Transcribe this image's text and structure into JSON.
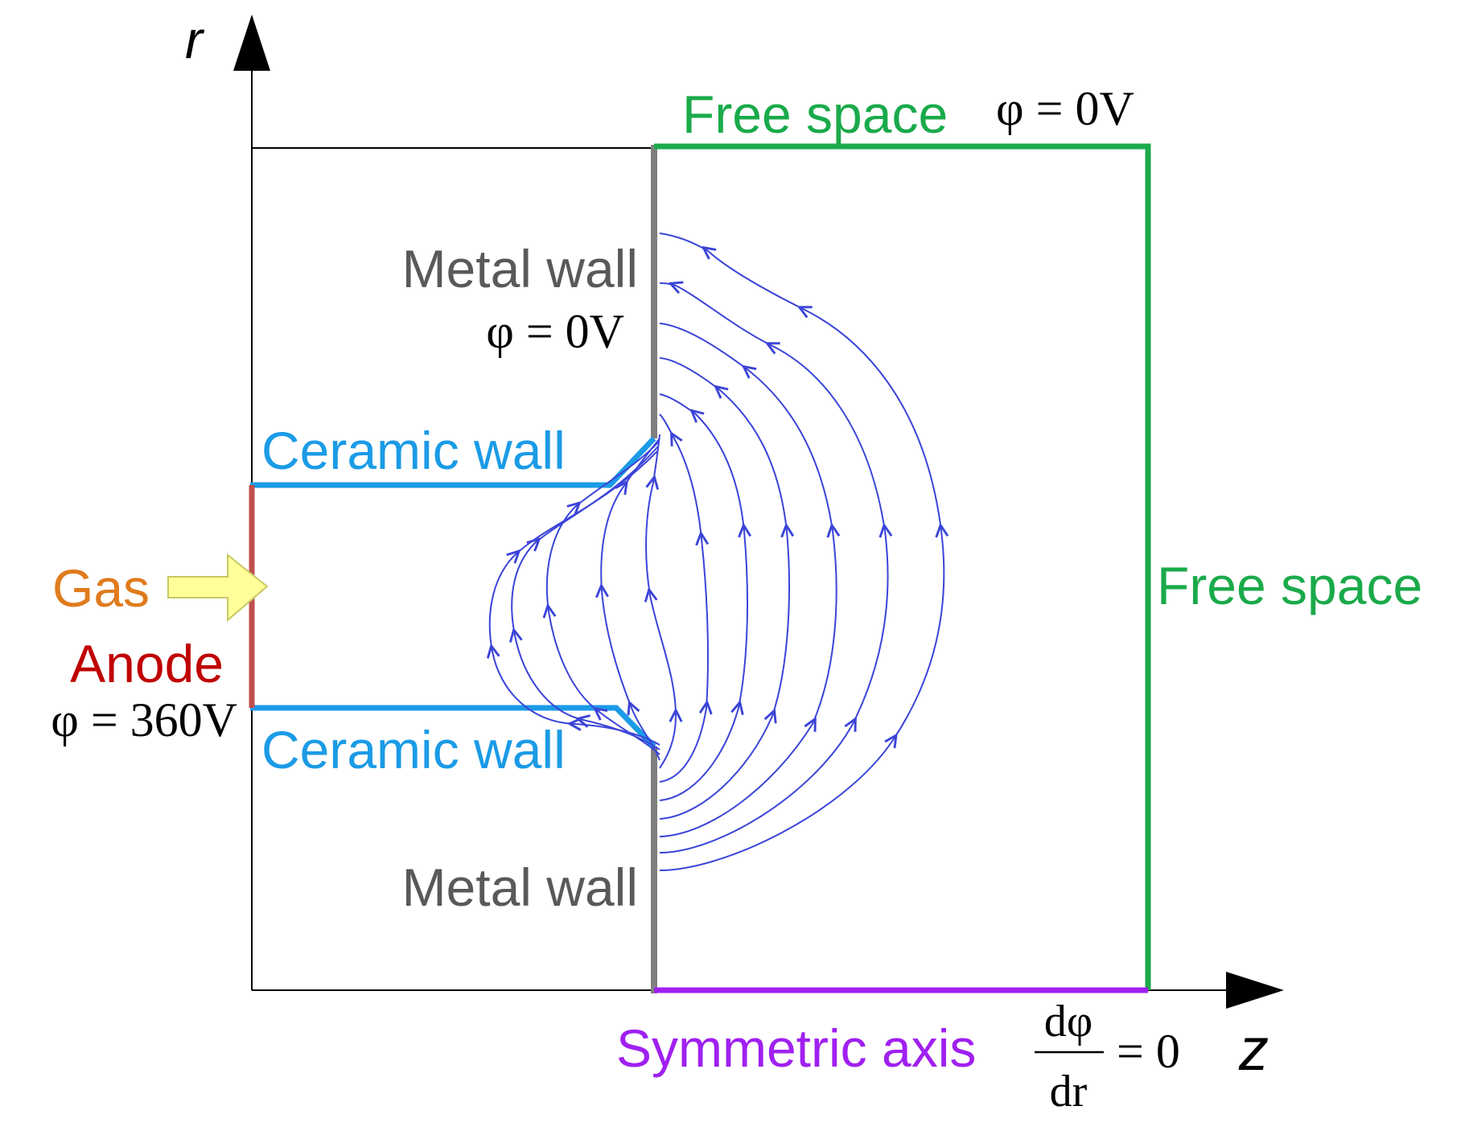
{
  "axes": {
    "r_label": "r",
    "z_label": "z"
  },
  "labels": {
    "free_space_top": "Free space",
    "free_space_top_eq": "φ = 0V",
    "free_space_right": "Free space",
    "metal_wall_top": "Metal wall",
    "metal_wall_top_eq": "φ = 0V",
    "ceramic_wall_top": "Ceramic wall",
    "ceramic_wall_bottom": "Ceramic wall",
    "gas": "Gas",
    "anode": "Anode",
    "anode_eq": "φ = 360V",
    "metal_wall_bottom": "Metal wall",
    "symmetric_axis": "Symmetric axis",
    "sym_numerator": "dφ",
    "sym_denominator": "dr",
    "sym_rhs": "= 0"
  },
  "colors": {
    "free_space": "#1aaa4a",
    "metal_wall": "#7f7f7f",
    "metal_text": "#595959",
    "ceramic_wall": "#1b9be6",
    "anode": "#c0504d",
    "anode_text": "#c00000",
    "gas_text": "#e07b1c",
    "gas_arrow_fill": "#ffff99",
    "gas_arrow_stroke": "#c8c864",
    "symmetric_axis": "#a020f0",
    "field_lines": "#3b44d8",
    "frame": "#000000"
  }
}
